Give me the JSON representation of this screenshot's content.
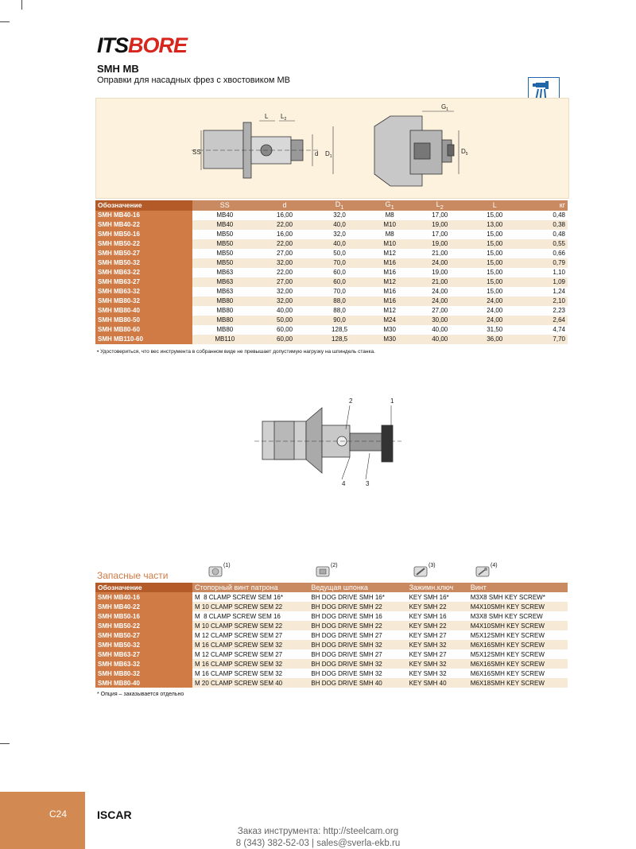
{
  "logo": {
    "part1": "ITS",
    "part2": "BORE"
  },
  "title": "SMH MB",
  "subtitle": "Оправки для насадных фрез с хвостовиком MB",
  "drawing_labels": {
    "L": "L",
    "L2": "L",
    "L2_sub": "2",
    "SS": "SS",
    "d": "d",
    "D1": "D",
    "D1_sub": "1",
    "G1": "G",
    "G1_sub": "1",
    "D5": "D",
    "D5_sub": "5"
  },
  "spec_table": {
    "headers": {
      "designation": "Обозначение",
      "ss": "SS",
      "d": "d",
      "d1": "D",
      "d1_sub": "1",
      "g1": "G",
      "g1_sub": "1",
      "l2": "L",
      "l2_sub": "2",
      "l": "L",
      "kg": "кг"
    },
    "rows": [
      {
        "designation": "SMH MB40-16",
        "ss": "MB40",
        "d": "16,00",
        "d1": "32,0",
        "g1": "M8",
        "l2": "17,00",
        "l": "15,00",
        "kg": "0,48"
      },
      {
        "designation": "SMH MB40-22",
        "ss": "MB40",
        "d": "22,00",
        "d1": "40,0",
        "g1": "M10",
        "l2": "19,00",
        "l": "13,00",
        "kg": "0,38"
      },
      {
        "designation": "SMH MB50-16",
        "ss": "MB50",
        "d": "16,00",
        "d1": "32,0",
        "g1": "M8",
        "l2": "17,00",
        "l": "15,00",
        "kg": "0,48"
      },
      {
        "designation": "SMH MB50-22",
        "ss": "MB50",
        "d": "22,00",
        "d1": "40,0",
        "g1": "M10",
        "l2": "19,00",
        "l": "15,00",
        "kg": "0,55"
      },
      {
        "designation": "SMH MB50-27",
        "ss": "MB50",
        "d": "27,00",
        "d1": "50,0",
        "g1": "M12",
        "l2": "21,00",
        "l": "15,00",
        "kg": "0,66"
      },
      {
        "designation": "SMH MB50-32",
        "ss": "MB50",
        "d": "32,00",
        "d1": "70,0",
        "g1": "M16",
        "l2": "24,00",
        "l": "15,00",
        "kg": "0,79"
      },
      {
        "designation": "SMH MB63-22",
        "ss": "MB63",
        "d": "22,00",
        "d1": "60,0",
        "g1": "M16",
        "l2": "19,00",
        "l": "15,00",
        "kg": "1,10"
      },
      {
        "designation": "SMH MB63-27",
        "ss": "MB63",
        "d": "27,00",
        "d1": "60,0",
        "g1": "M12",
        "l2": "21,00",
        "l": "15,00",
        "kg": "1,09"
      },
      {
        "designation": "SMH MB63-32",
        "ss": "MB63",
        "d": "32,00",
        "d1": "70,0",
        "g1": "M16",
        "l2": "24,00",
        "l": "15,00",
        "kg": "1,24"
      },
      {
        "designation": "SMH MB80-32",
        "ss": "MB80",
        "d": "32,00",
        "d1": "88,0",
        "g1": "M16",
        "l2": "24,00",
        "l": "24,00",
        "kg": "2,10"
      },
      {
        "designation": "SMH MB80-40",
        "ss": "MB80",
        "d": "40,00",
        "d1": "88,0",
        "g1": "M12",
        "l2": "27,00",
        "l": "24,00",
        "kg": "2,23"
      },
      {
        "designation": "SMH MB80-50",
        "ss": "MB80",
        "d": "50,00",
        "d1": "90,0",
        "g1": "M24",
        "l2": "30,00",
        "l": "24,00",
        "kg": "2,64"
      },
      {
        "designation": "SMH MB80-60",
        "ss": "MB80",
        "d": "60,00",
        "d1": "128,5",
        "g1": "M30",
        "l2": "40,00",
        "l": "31,50",
        "kg": "4,74"
      },
      {
        "designation": "SMH MB110-60",
        "ss": "MB110",
        "d": "60,00",
        "d1": "128,5",
        "g1": "M30",
        "l2": "40,00",
        "l": "36,00",
        "kg": "7,70"
      }
    ],
    "note": "• Удостовериться, что вес инструмента в собранном виде не превышает допустимую нагрузку на шпиндель станка."
  },
  "assembly_labels": [
    "1",
    "2",
    "3",
    "4"
  ],
  "spare_parts": {
    "title": "Запасные части",
    "icon_numbers": [
      "(1)",
      "(2)",
      "(3)",
      "(4)"
    ],
    "icons": [
      "clamp-screw-icon",
      "dog-drive-icon",
      "key-icon",
      "key-screw-icon"
    ],
    "headers": {
      "designation": "Обозначение",
      "clamp_screw": "Стопорный винт патрона",
      "dog_drive": "Ведущая шпонка",
      "key": "Зажимн.ключ",
      "screw": "Винт"
    },
    "rows": [
      {
        "designation": "SMH MB40-16",
        "clamp_screw": "M  8 CLAMP SCREW SEM 16*",
        "dog_drive": "BH DOG DRIVE SMH 16*",
        "key": "KEY SMH 16*",
        "screw": "M3X8 SMH KEY SCREW*"
      },
      {
        "designation": "SMH MB40-22",
        "clamp_screw": "M 10 CLAMP SCREW SEM 22",
        "dog_drive": "BH DOG DRIVE SMH 22",
        "key": "KEY SMH 22",
        "screw": "M4X10SMH KEY SCREW"
      },
      {
        "designation": "SMH MB50-16",
        "clamp_screw": "M  8 CLAMP SCREW SEM 16",
        "dog_drive": "BH DOG DRIVE SMH 16",
        "key": "KEY SMH 16",
        "screw": "M3X8 SMH KEY SCREW"
      },
      {
        "designation": "SMH MB50-22",
        "clamp_screw": "M 10 CLAMP SCREW SEM 22",
        "dog_drive": "BH DOG DRIVE SMH 22",
        "key": "KEY SMH 22",
        "screw": "M4X10SMH KEY SCREW"
      },
      {
        "designation": "SMH MB50-27",
        "clamp_screw": "M 12 CLAMP SCREW SEM 27",
        "dog_drive": "BH DOG DRIVE SMH 27",
        "key": "KEY SMH 27",
        "screw": "M5X12SMH KEY SCREW"
      },
      {
        "designation": "SMH MB50-32",
        "clamp_screw": "M 16 CLAMP SCREW SEM 32",
        "dog_drive": "BH DOG DRIVE SMH 32",
        "key": "KEY SMH 32",
        "screw": "M6X16SMH KEY SCREW"
      },
      {
        "designation": "SMH MB63-27",
        "clamp_screw": "M 12 CLAMP SCREW SEM 27",
        "dog_drive": "BH DOG DRIVE SMH 27",
        "key": "KEY SMH 27",
        "screw": "M5X12SMH KEY SCREW"
      },
      {
        "designation": "SMH MB63-32",
        "clamp_screw": "M 16 CLAMP SCREW SEM 32",
        "dog_drive": "BH DOG DRIVE SMH 32",
        "key": "KEY SMH 32",
        "screw": "M6X16SMH KEY SCREW"
      },
      {
        "designation": "SMH MB80-32",
        "clamp_screw": "M 16 CLAMP SCREW SEM 32",
        "dog_drive": "BH DOG DRIVE SMH 32",
        "key": "KEY SMH 32",
        "screw": "M6X16SMH KEY SCREW"
      },
      {
        "designation": "SMH MB80-40",
        "clamp_screw": "M 20 CLAMP SCREW SEM 40",
        "dog_drive": "BH DOG DRIVE SMH 40",
        "key": "KEY SMH 40",
        "screw": "M6X18SMH KEY SCREW"
      }
    ],
    "note": "*  Опция – заказывается отдельно"
  },
  "footer": {
    "page": "C24",
    "brand": "ISCAR",
    "order_line": "Заказ инструмента: http://steelcam.org",
    "contact_line": "8 (343) 382-52-03  |  sales@sverla-ekb.ru"
  },
  "colors": {
    "accent": "#d07a45",
    "header": "#c4794c",
    "drawing_bg": "#fcf2de",
    "row_alt": "#f6e9d6",
    "logo_red": "#d7261e"
  }
}
